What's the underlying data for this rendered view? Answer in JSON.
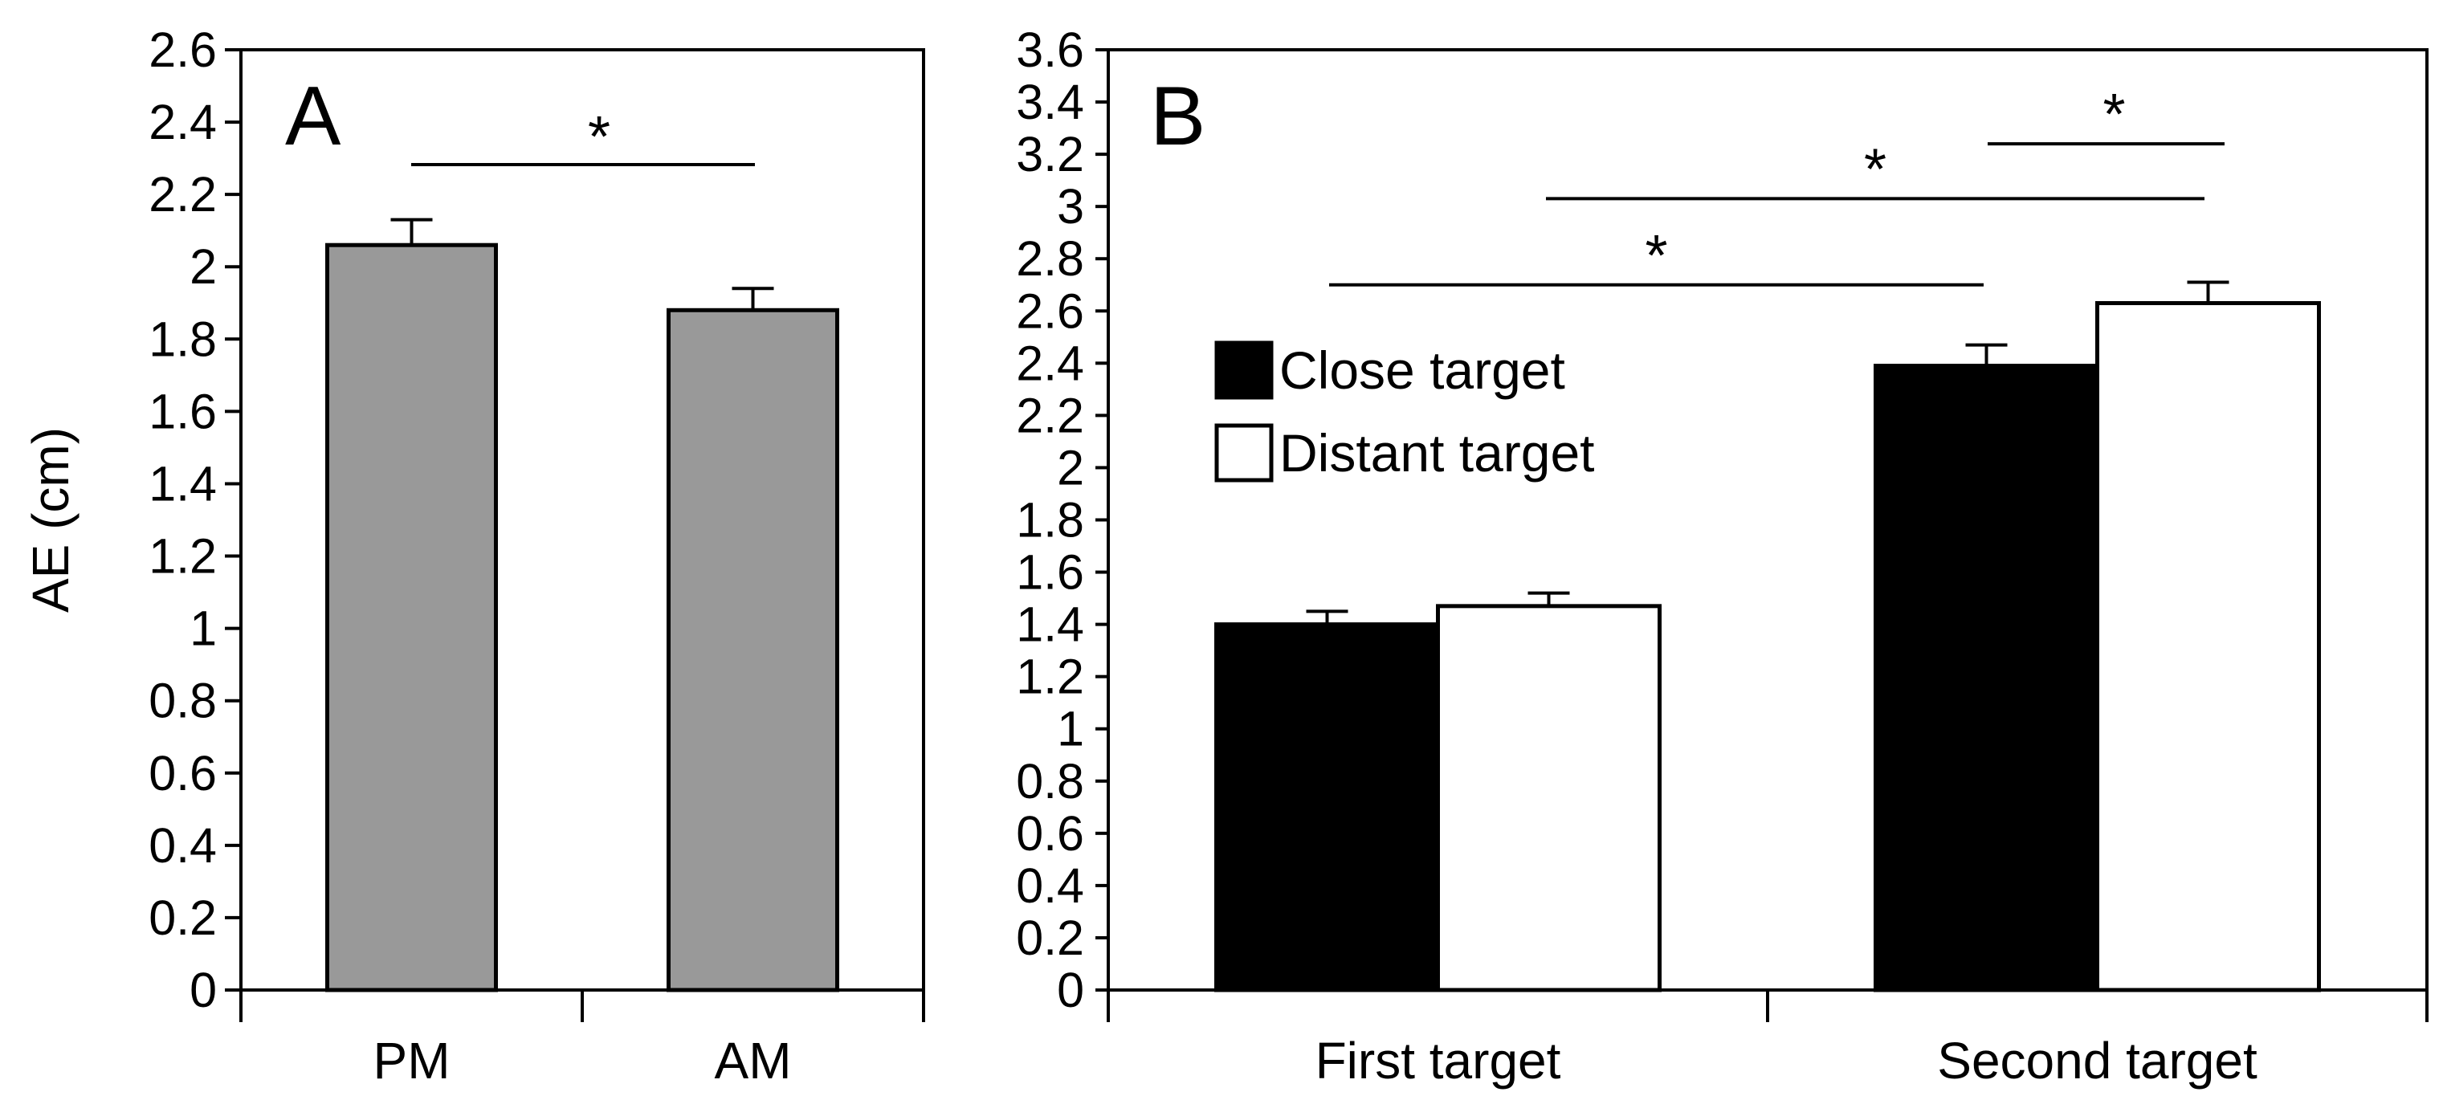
{
  "chart_data": [
    {
      "panel_label": "A",
      "type": "bar",
      "ylabel": "AE (cm)",
      "ylim": [
        0,
        2.6
      ],
      "yticks": [
        "0",
        "0.2",
        "0.4",
        "0.6",
        "0.8",
        "1",
        "1.2",
        "1.4",
        "1.6",
        "1.8",
        "2",
        "2.2",
        "2.4",
        "2.6"
      ],
      "categories": [
        "PM",
        "AM"
      ],
      "values": [
        2.06,
        1.88
      ],
      "errors": [
        0.07,
        0.06
      ],
      "bar_color": "#999999",
      "significance": [
        {
          "from": 0,
          "to": 1,
          "label": "*"
        }
      ]
    },
    {
      "panel_label": "B",
      "type": "bar",
      "ylim": [
        0,
        3.6
      ],
      "yticks": [
        "0",
        "0.2",
        "0.4",
        "0.6",
        "0.8",
        "1",
        "1.2",
        "1.4",
        "1.6",
        "1.8",
        "2",
        "2.2",
        "2.4",
        "2.6",
        "2.8",
        "3",
        "3.2",
        "3.4",
        "3.6"
      ],
      "categories": [
        "First target",
        "Second target"
      ],
      "series": [
        {
          "name": "Close target",
          "color": "#000000",
          "values": [
            1.4,
            2.39
          ],
          "errors": [
            0.05,
            0.08
          ]
        },
        {
          "name": "Distant target",
          "color": "#ffffff",
          "values": [
            1.47,
            2.63
          ],
          "errors": [
            0.05,
            0.08
          ]
        }
      ],
      "legend_position": "upper-left",
      "significance": [
        {
          "label": "*",
          "y": 2.7
        },
        {
          "label": "*",
          "y": 3.03
        },
        {
          "label": "*",
          "y": 3.24
        }
      ]
    }
  ]
}
